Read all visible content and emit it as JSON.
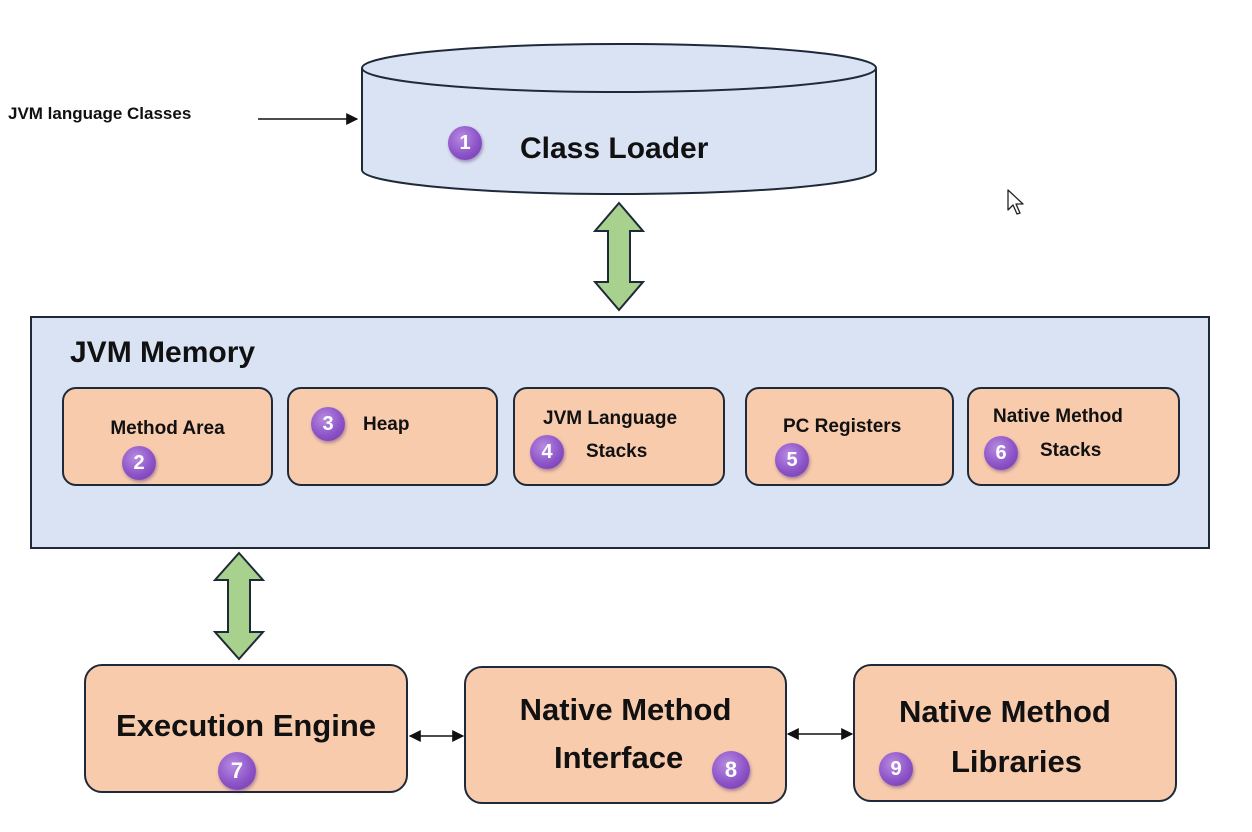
{
  "input": {
    "label": "JVM language Classes"
  },
  "class_loader": {
    "title": "Class Loader",
    "badge": "1"
  },
  "memory": {
    "title": "JVM Memory",
    "areas": [
      {
        "lines": [
          "Method Area"
        ],
        "badge": "2"
      },
      {
        "lines": [
          "Heap"
        ],
        "badge": "3"
      },
      {
        "lines": [
          "JVM Language",
          "Stacks"
        ],
        "badge": "4"
      },
      {
        "lines": [
          "PC Registers"
        ],
        "badge": "5"
      },
      {
        "lines": [
          "Native Method",
          "Stacks"
        ],
        "badge": "6"
      }
    ]
  },
  "bottom": [
    {
      "lines": [
        "Execution Engine"
      ],
      "badge": "7"
    },
    {
      "lines": [
        "Native Method",
        "Interface"
      ],
      "badge": "8"
    },
    {
      "lines": [
        "Native Method",
        "Libraries"
      ],
      "badge": "9"
    }
  ],
  "colors": {
    "cylinder_fill": "#dae3f3",
    "memory_fill": "#dae3f3",
    "box_fill": "#f8cbad",
    "arrow_fill": "#a9d18e",
    "arrow_stroke": "#1e2a3a",
    "badge": "#8d54c8"
  }
}
